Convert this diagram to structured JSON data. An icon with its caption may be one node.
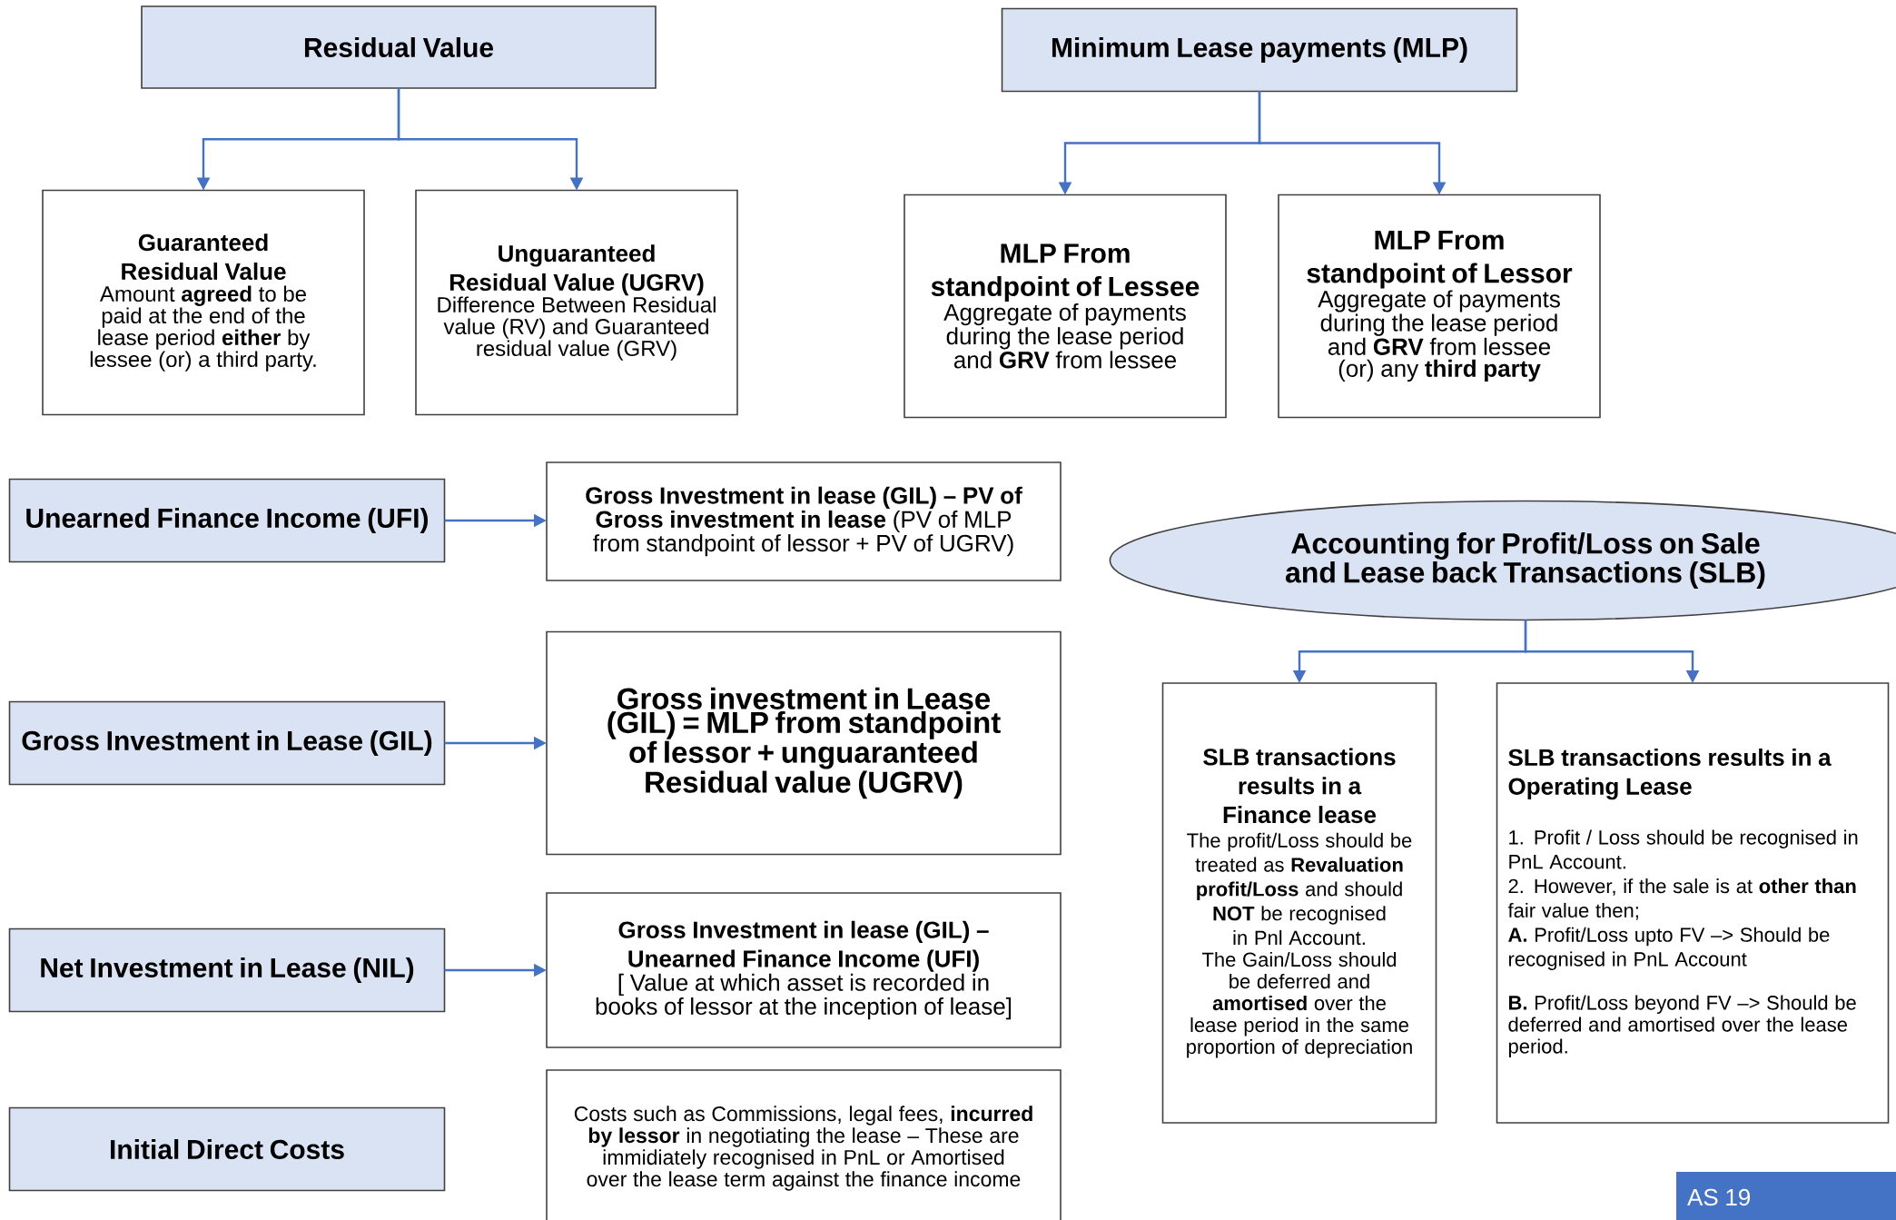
{
  "diagram": {
    "nodes": [
      {
        "text": [
          "Residual Value"
        ]
      },
      {
        "text": [
          "Guaranteed Residual Value",
          "Amount **agreed** to be paid at the end of the lease period **either** by lessee (or) a third party."
        ]
      },
      {
        "text": [
          "Unguaranteed Residual Value (UGRV)",
          "Difference Between Residual value (RV) and Guaranteed residual value (GRV)"
        ]
      },
      {
        "text": [
          "Minimum Lease payments (MLP)"
        ]
      },
      {
        "text": [
          "MLP From standpoint of Lessee",
          "Aggregate of payments during the lease period and **GRV** from lessee"
        ]
      },
      {
        "text": [
          "MLP From standpoint of Lessor",
          "Aggregate of payments during the lease period and **GRV** from lessee (or) any **third party**"
        ]
      },
      {
        "text": [
          "Unearned Finance Income (UFI)"
        ]
      },
      {
        "text": [
          "**Gross Investment in lease (GIL) – PV of Gross investment in lease** (PV of MLP from standpoint of lessor + PV of UGRV)"
        ]
      },
      {
        "text": [
          "Accounting for Profit/Loss on Sale and Lease back Transactions (SLB)"
        ]
      },
      {
        "text": [
          "Gross Investment in Lease (GIL)"
        ]
      },
      {
        "text": [
          "Gross investment in Lease (GIL) = MLP from standpoint of lessor + unguaranteed Residual value (UGRV)"
        ]
      },
      {
        "text": [
          "SLB transactions results in a Finance lease",
          "The profit/Loss should be treated as **Revaluation profit/Loss** and should **NOT** be recognised in Pnl Account.",
          "The Gain/Loss should be deferred and **amortised** over the lease period in the same proportion of depreciation"
        ]
      },
      {
        "text": [
          "SLB transactions results in a Operating Lease",
          "1. Profit / Loss should be recognised in PnL Account.",
          "2. However, if the sale is at **other than** fair value then;",
          "**A.** Profit/Loss upto FV –> Should be recognised in PnL Account",
          "**B.** Profit/Loss beyond FV –> Should be deferred and amortised over the lease period."
        ]
      },
      {
        "text": [
          "Net Investment in Lease (NIL)"
        ]
      },
      {
        "text": [
          "Gross Investment in lease (GIL) – Unearned Finance Income (UFI)",
          "[ Value at which asset is recorded in books of lessor at the inception of lease]"
        ]
      },
      {
        "text": [
          "Initial Direct Costs"
        ]
      },
      {
        "text": [
          "Costs such as Commissions, legal fees, **incurred by lessor** in negotiating the lease – These are immidiately recognised in PnL or Amortised over the lease term against the finance income"
        ]
      },
      {
        "text": [
          "AS 19"
        ]
      }
    ],
    "edges": [
      {
        "from": 0,
        "to": 1,
        "arrow": "to"
      },
      {
        "from": 0,
        "to": 2,
        "arrow": "to"
      },
      {
        "from": 3,
        "to": 4,
        "arrow": "to"
      },
      {
        "from": 3,
        "to": 5,
        "arrow": "to"
      },
      {
        "from": 6,
        "to": 7,
        "arrow": "to"
      },
      {
        "from": 8,
        "to": 11,
        "arrow": "to"
      },
      {
        "from": 8,
        "to": 12,
        "arrow": "to"
      },
      {
        "from": 9,
        "to": 10,
        "arrow": "to"
      },
      {
        "from": 13,
        "to": 14,
        "arrow": "to"
      }
    ]
  }
}
